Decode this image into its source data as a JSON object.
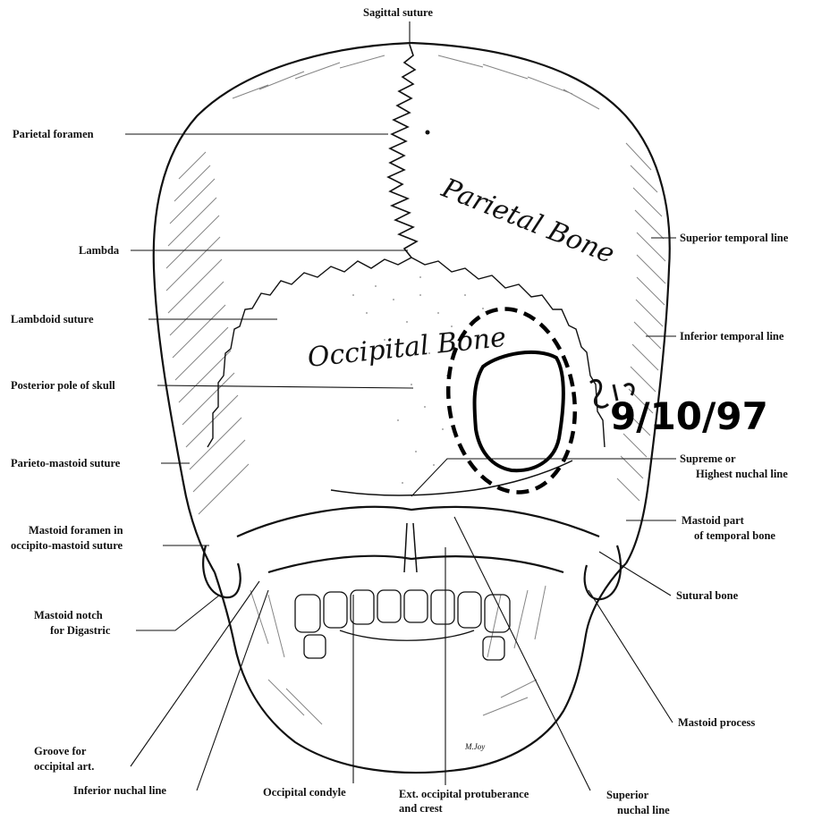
{
  "region_labels": {
    "parietal": "Parietal Bone",
    "occipital": "Occipital Bone"
  },
  "labels": {
    "sagittal_suture": "Sagittal suture",
    "parietal_foramen": "Parietal foramen",
    "lambda": "Lambda",
    "lambdoid_suture": "Lambdoid suture",
    "posterior_pole": "Posterior pole of skull",
    "parieto_mastoid": "Parieto-mastoid suture",
    "mastoid_foramen_1": "Mastoid foramen in",
    "mastoid_foramen_2": "occipito-mastoid suture",
    "mastoid_notch_1": "Mastoid notch",
    "mastoid_notch_2": "for Digastric",
    "groove_1": "Groove for",
    "groove_2": "occipital art.",
    "inferior_nuchal": "Inferior nuchal line",
    "occipital_condyle": "Occipital condyle",
    "ext_protuberance_1": "Ext. occipital protuberance",
    "ext_protuberance_2": "and crest",
    "superior_nuchal_1": "Superior",
    "superior_nuchal_2": "nuchal line",
    "mastoid_process": "Mastoid process",
    "sutural_bone": "Sutural bone",
    "mastoid_part_1": "Mastoid part",
    "mastoid_part_2": "of temporal bone",
    "supreme_1": "Supreme or",
    "supreme_2": "Highest nuchal line",
    "inferior_temporal": "Inferior temporal line",
    "superior_temporal": "Superior temporal line"
  },
  "handwriting": {
    "date": "9/10/97"
  },
  "artist_signature": "M.Joy"
}
